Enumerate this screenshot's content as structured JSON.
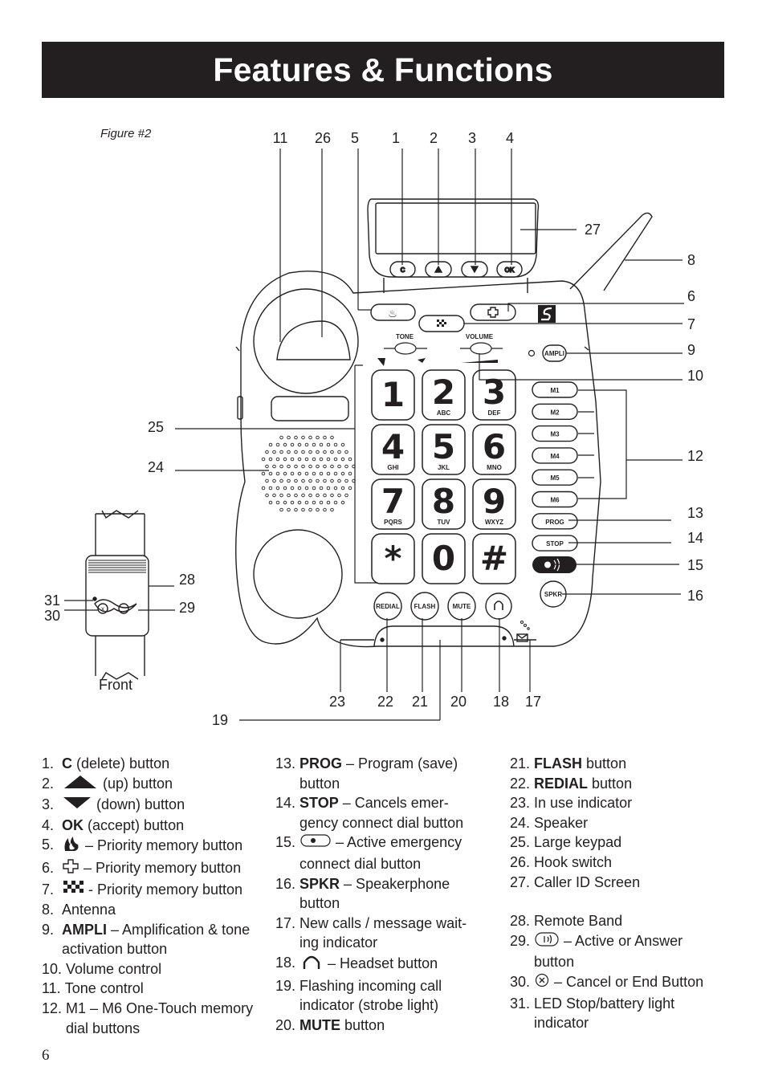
{
  "header": {
    "title": "Features & Functions"
  },
  "figure": {
    "label": "Figure #2",
    "callouts": [
      "11",
      "26",
      "5",
      "1",
      "2",
      "3",
      "4",
      "27",
      "8",
      "6",
      "7",
      "9",
      "10",
      "12",
      "13",
      "14",
      "15",
      "16",
      "25",
      "24",
      "28",
      "29",
      "31",
      "30",
      "23",
      "22",
      "21",
      "20",
      "18",
      "17",
      "19"
    ],
    "display_keys": {
      "c": "C",
      "ok": "OK"
    },
    "labels": {
      "tone": "TONE",
      "volume": "VOLUME",
      "ampli": "AMPLI",
      "front": "Front"
    },
    "keypad": [
      {
        "digit": "1",
        "letters": ""
      },
      {
        "digit": "2",
        "letters": "ABC"
      },
      {
        "digit": "3",
        "letters": "DEF"
      },
      {
        "digit": "4",
        "letters": "GHI"
      },
      {
        "digit": "5",
        "letters": "JKL"
      },
      {
        "digit": "6",
        "letters": "MNO"
      },
      {
        "digit": "7",
        "letters": "PQRS"
      },
      {
        "digit": "8",
        "letters": "TUV"
      },
      {
        "digit": "9",
        "letters": "WXYZ"
      },
      {
        "digit": "*",
        "letters": ""
      },
      {
        "digit": "0",
        "letters": ""
      },
      {
        "digit": "#",
        "letters": ""
      }
    ],
    "side_buttons": [
      "M1",
      "M2",
      "M3",
      "M4",
      "M5",
      "M6",
      "PROG",
      "STOP"
    ],
    "spkr_label": "SPKR",
    "bottom_buttons": [
      "REDIAL",
      "FLASH",
      "MUTE"
    ]
  },
  "legend": {
    "col1": [
      {
        "num": "1.  ",
        "bold": "C",
        "text": " (delete) button"
      },
      {
        "num": "2.  ",
        "icon": "up-triangle-icon",
        "text": "   (up) button"
      },
      {
        "num": "3.  ",
        "icon": "down-triangle-icon",
        "text": " (down) button"
      },
      {
        "num": "4.  ",
        "bold": "OK",
        "text": " (accept) button"
      },
      {
        "num": "5.  ",
        "icon": "flame-icon",
        "text": " – Priority memory button"
      },
      {
        "num": "6.  ",
        "icon": "cross-icon",
        "text": " – Priority memory button"
      },
      {
        "num": "7.  ",
        "icon": "checker-icon",
        "text": "  - Priority memory button"
      },
      {
        "num": "8.  ",
        "text": "Antenna"
      },
      {
        "num": "9.  ",
        "bold": "AMPLI",
        "text": " – Amplification & tone activation button"
      },
      {
        "num": "10. ",
        "text": "Volume control"
      },
      {
        "num": "11. ",
        "text": "Tone control"
      },
      {
        "num": "12. ",
        "text": "M1 – M6 One-Touch  memory dial buttons"
      }
    ],
    "col2": [
      {
        "num": "13. ",
        "bold": "PROG",
        "text": " – Program (save) button"
      },
      {
        "num": "14. ",
        "bold": "STOP",
        "text": " – Cancels emer-gency connect dial button"
      },
      {
        "num": "15. ",
        "icon": "emergency-button-icon",
        "text": " – Active emergency connect dial button"
      },
      {
        "num": "16. ",
        "bold": "SPKR",
        "text": " – Speakerphone button"
      },
      {
        "num": "17. ",
        "text": "New calls / message wait-ing indicator"
      },
      {
        "num": "18. ",
        "icon": "headset-icon",
        "text": " – Headset button"
      },
      {
        "num": "19. ",
        "text": "Flashing incoming call indicator (strobe light)"
      },
      {
        "num": "20. ",
        "bold": "MUTE",
        "text": " button"
      }
    ],
    "col3": [
      {
        "num": "21. ",
        "bold": "FLASH",
        "text": " button"
      },
      {
        "num": "22. ",
        "bold": "REDIAL",
        "text": " button"
      },
      {
        "num": "23. ",
        "text": "In use indicator"
      },
      {
        "num": "24. ",
        "text": "Speaker"
      },
      {
        "num": "25. ",
        "text": "Large keypad"
      },
      {
        "num": "26. ",
        "text": "Hook switch"
      },
      {
        "num": "27. ",
        "text": "Caller ID Screen"
      },
      {
        "num": "28. ",
        "text": "Remote Band"
      },
      {
        "num": "29. ",
        "icon": "answer-icon",
        "text": " – Active or Answer button"
      },
      {
        "num": "30. ",
        "icon": "x-circle-icon",
        "text": " – Cancel or End Button"
      },
      {
        "num": "31. ",
        "text": "LED Stop/battery light indicator"
      }
    ]
  },
  "footer": {
    "page_number": "6"
  }
}
